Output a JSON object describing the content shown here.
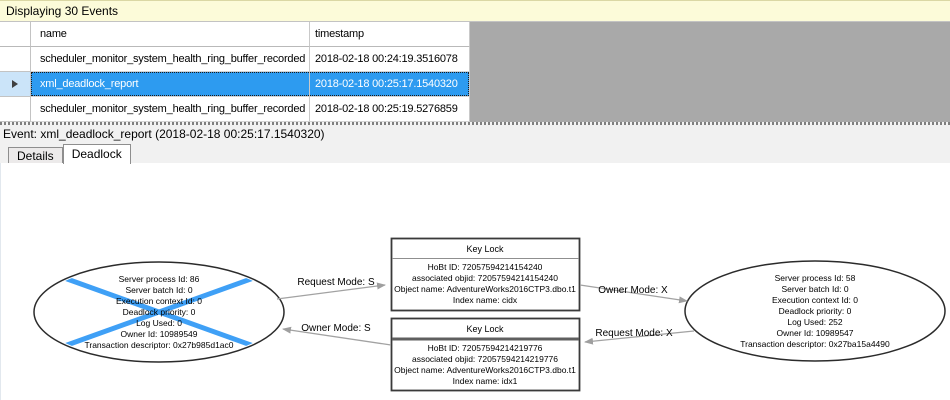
{
  "header": {
    "title": "Displaying 30 Events"
  },
  "grid": {
    "columns": [
      "name",
      "timestamp"
    ],
    "rows": [
      {
        "name": "scheduler_monitor_system_health_ring_buffer_recorded",
        "timestamp": "2018-02-18 00:24:19.3516078",
        "selected": false
      },
      {
        "name": "xml_deadlock_report",
        "timestamp": "2018-02-18 00:25:17.1540320",
        "selected": true
      },
      {
        "name": "scheduler_monitor_system_health_ring_buffer_recorded",
        "timestamp": "2018-02-18 00:25:19.5276859",
        "selected": false
      }
    ]
  },
  "event_line": {
    "text": "Event: xml_deadlock_report (2018-02-18 00:25:17.1540320)"
  },
  "tabs": [
    {
      "label": "Details",
      "active": false
    },
    {
      "label": "Deadlock",
      "active": true
    }
  ],
  "graph": {
    "victim_process": {
      "lines": [
        "Server process Id: 86",
        "Server batch Id: 0",
        "Execution context Id: 0",
        "Deadlock priority: 0",
        "Log Used: 0",
        "Owner Id: 10989549",
        "Transaction descriptor: 0x27b985d1ac0"
      ]
    },
    "other_process": {
      "lines": [
        "Server process Id: 58",
        "Server batch Id: 0",
        "Execution context Id: 0",
        "Deadlock priority: 0",
        "Log Used: 252",
        "Owner Id: 10989547",
        "Transaction descriptor: 0x27ba15a4490"
      ]
    },
    "lock_top": {
      "title": "Key Lock",
      "lines": [
        "HoBt ID: 72057594214154240",
        "associated objid: 72057594214154240",
        "Object name: AdventureWorks2016CTP3.dbo.t1",
        "Index name: cidx"
      ]
    },
    "lock_bottom": {
      "title": "Key Lock",
      "lines": [
        "HoBt ID: 72057594214219776",
        "associated objid: 72057594214219776",
        "Object name: AdventureWorks2016CTP3.dbo.t1",
        "Index name: idx1"
      ]
    },
    "edges": {
      "request_s": "Request Mode: S",
      "owner_x": "Owner Mode: X",
      "owner_s": "Owner Mode: S",
      "request_x": "Request Mode: X"
    }
  },
  "colors": {
    "info_bar_bg": "#FCFBD9",
    "info_bar_border": "#DAD7A4",
    "grid_filler": "#A9A9A9",
    "selection": "#2D9BF0",
    "selection_rowheader": "#CBE4F9",
    "cross_blue": "#3FA0F6",
    "edge_gray": "#A2A2A2"
  }
}
